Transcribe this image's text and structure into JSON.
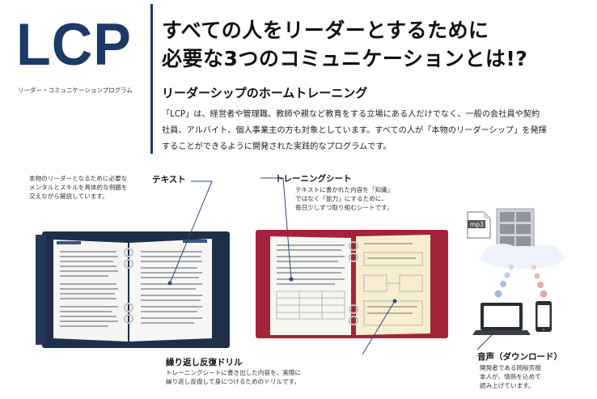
{
  "logo": {
    "text": "LCP",
    "subtitle": "リーダー・コミュニケーションプログラム"
  },
  "headline": {
    "line1": "すべての人をリーダーとするために",
    "line2": "必要な3つのコミュニケーションとは!?"
  },
  "subheading": "リーダーシップのホームトレーニング",
  "intro": {
    "line1": "「LCP」は、経営者や管理職、教師や親など教育をする立場にある人だけでなく、一般の会社員や契約",
    "line2": "社員、アルバイト、個人事業主の方も対象としています。すべての人が「本物のリーダーシップ」を発揮",
    "line3": "することができるように開発された実践的なプログラムです。"
  },
  "items": {
    "text": {
      "title": "テキスト",
      "desc1": "本物のリーダーとなるために必要な",
      "desc2": "メンタルとスキルを具体的な例題を",
      "desc3": "交えながら解説しています。"
    },
    "sheet": {
      "title": "トレーニングシート",
      "desc1": "テキストに書かれた内容を「知識」",
      "desc2": "ではなく「能力」にするために、",
      "desc3": "毎日少しずつ取り組むシートです。"
    },
    "drill": {
      "title": "繰り返し反復ドリル",
      "desc1": "トレーニングシートに書き出した内容を、実際に",
      "desc2": "繰り返し反復して身につけるためのドリルです。"
    },
    "audio": {
      "title": "音声（ダウンロード）",
      "desc1": "開発者である岡桜芳樹",
      "desc2": "本人が、情熱を込めて",
      "desc3": "読み上げています。",
      "file_icon_label": "mp3"
    }
  },
  "colors": {
    "brand": "#1c3a66",
    "binder_navy": "#1e2f4a",
    "binder_red": "#a3243a",
    "dot_blue": "#9fb8e0",
    "dot_red": "#e7a79b"
  },
  "icons": [
    "mp3-file-icon",
    "server-icon",
    "cloud-icon",
    "laptop-icon",
    "smartphone-icon"
  ]
}
